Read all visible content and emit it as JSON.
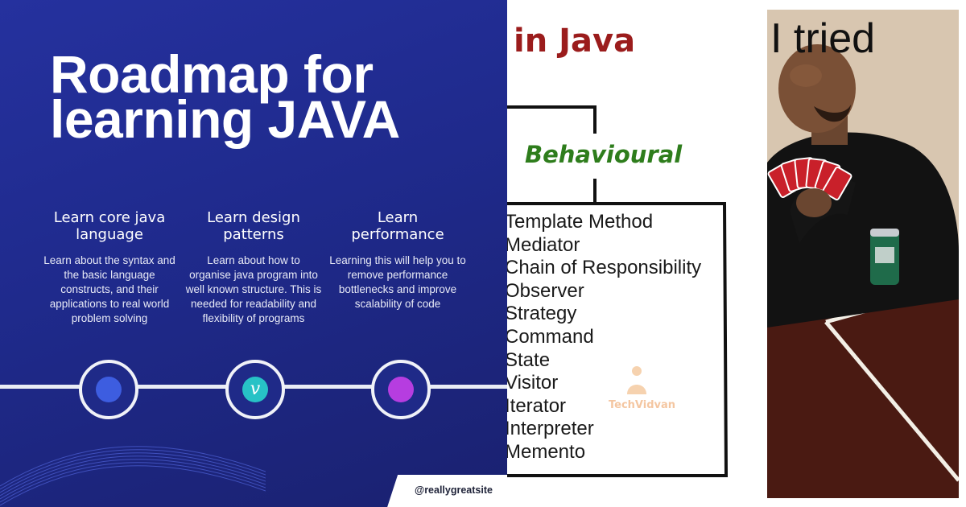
{
  "roadmap": {
    "title_line1": "Roadmap for",
    "title_line2": "learning JAVA",
    "columns": [
      {
        "heading": "Learn core java language",
        "body": "Learn about the syntax and the basic language constructs, and their applications to real world problem solving"
      },
      {
        "heading": "Learn design patterns",
        "body": "Learn about how to organise java program into well known structure. This is needed for readability and flexibility of programs"
      },
      {
        "heading": "Learn performance",
        "body": "Learning this will help you to remove performance bottlenecks and improve scalability of code"
      }
    ],
    "node_colors": [
      "#3d5de0",
      "#27c2c6",
      "#b63de0"
    ],
    "node2_icon": "v-logo-icon",
    "badge_text": "@reallygreatsite"
  },
  "patterns": {
    "title_fragment": "in Java",
    "category": "Behavioural",
    "items": [
      "Template Method",
      "Mediator",
      "Chain of Responsibility",
      "Observer",
      "Strategy",
      "Command",
      "State",
      "Visitor",
      "Iterator",
      "Interpreter",
      "Memento"
    ],
    "watermark": "TechVidvan",
    "title_color": "#9b1c1c",
    "category_color": "#2e7d1c"
  },
  "meme": {
    "caption": "I tried"
  }
}
